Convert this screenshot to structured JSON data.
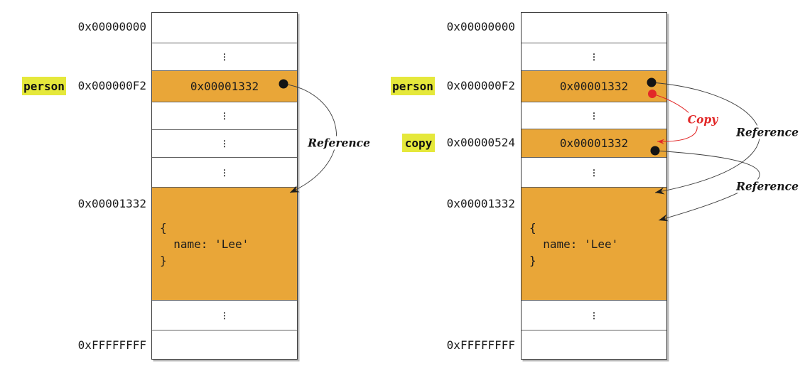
{
  "colors": {
    "cell_orange": "#E9A638",
    "highlight_yellow": "#E5E83B",
    "copy_red": "#E22828",
    "arrow_black": "#3F3F3F"
  },
  "glyphs": {
    "ellipsis": "⋮"
  },
  "left": {
    "addr_top": "0x00000000",
    "addr_person": "0x000000F2",
    "addr_object": "0x00001332",
    "addr_bottom": "0xFFFFFFFF",
    "var_person": "person",
    "cell_person_value": "0x00001332",
    "object_literal": "{\n  name: 'Lee'\n}",
    "label_reference": "Reference"
  },
  "right": {
    "addr_top": "0x00000000",
    "addr_person": "0x000000F2",
    "addr_copy": "0x00000524",
    "addr_object": "0x00001332",
    "addr_bottom": "0xFFFFFFFF",
    "var_person": "person",
    "var_copy": "copy",
    "cell_person_value": "0x00001332",
    "cell_copy_value": "0x00001332",
    "object_literal": "{\n  name: 'Lee'\n}",
    "label_copy": "Copy",
    "label_reference_1": "Reference",
    "label_reference_2": "Reference"
  }
}
